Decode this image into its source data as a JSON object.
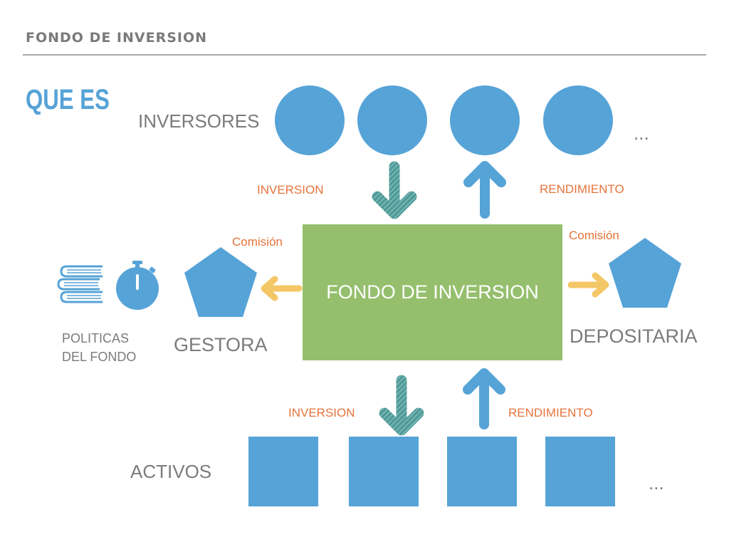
{
  "header": {
    "title": "FONDO DE INVERSION"
  },
  "slide": {
    "title": "QUE ES"
  },
  "diagram": {
    "investors": {
      "label": "INVERSORES",
      "count_shown": 4,
      "more": "..."
    },
    "assets": {
      "label": "ACTIVOS",
      "count_shown": 4,
      "more": "..."
    },
    "fund": {
      "label": "FONDO DE INVERSION"
    },
    "top_flows": {
      "inversion_label": "INVERSION",
      "rendimiento_label": "RENDIMIENTO"
    },
    "bottom_flows": {
      "inversion_label": "INVERSION",
      "rendimiento_label": "RENDIMIENTO"
    },
    "gestora": {
      "label": "GESTORA",
      "commission_label": "Comisión"
    },
    "depositaria": {
      "label": "DEPOSITARIA",
      "commission_label": "Comisión"
    },
    "policies": {
      "line1": "POLITICAS",
      "line2": "DEL FONDO",
      "icons": [
        "books-icon",
        "stopwatch-icon"
      ]
    },
    "colors": {
      "blue": "#56a3d7",
      "green": "#95bf6d",
      "teal_arrow": "#4f9a98",
      "yellow_arrow": "#f4c766",
      "orange_text": "#e5733b",
      "gray_text": "#7b7b7b"
    }
  }
}
